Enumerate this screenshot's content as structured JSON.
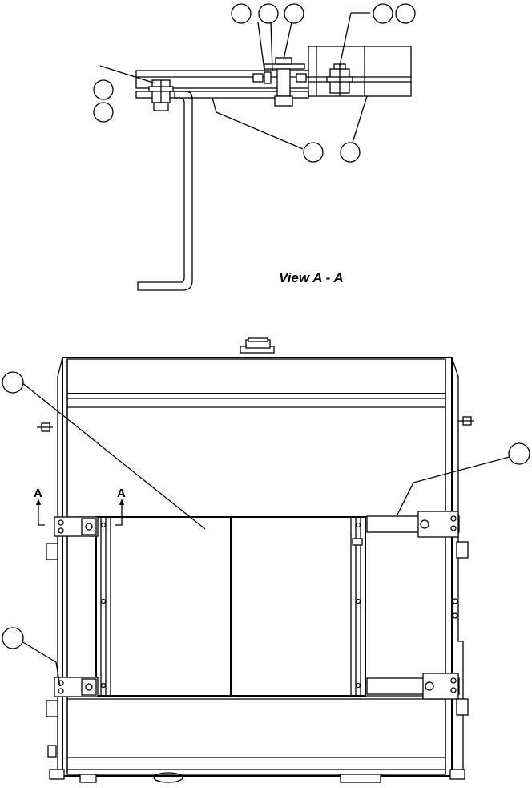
{
  "view_title": "View A - A",
  "section_marker_left": "A",
  "section_marker_right": "A",
  "callout_bubbles_top": [
    "",
    "",
    "",
    "",
    "",
    "",
    "",
    "",
    ""
  ],
  "callout_bubbles_bottom": [
    "",
    "",
    ""
  ]
}
